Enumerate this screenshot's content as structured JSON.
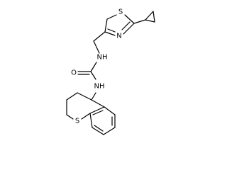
{
  "molecule": {
    "atoms": {
      "s_thiazole": {
        "label": "S"
      },
      "n_thiazole": {
        "label": "N"
      },
      "nh_upper": {
        "label": "NH"
      },
      "o_carbonyl": {
        "label": "O"
      },
      "nh_lower": {
        "label": "NH"
      },
      "s_ring": {
        "label": "S"
      }
    }
  }
}
